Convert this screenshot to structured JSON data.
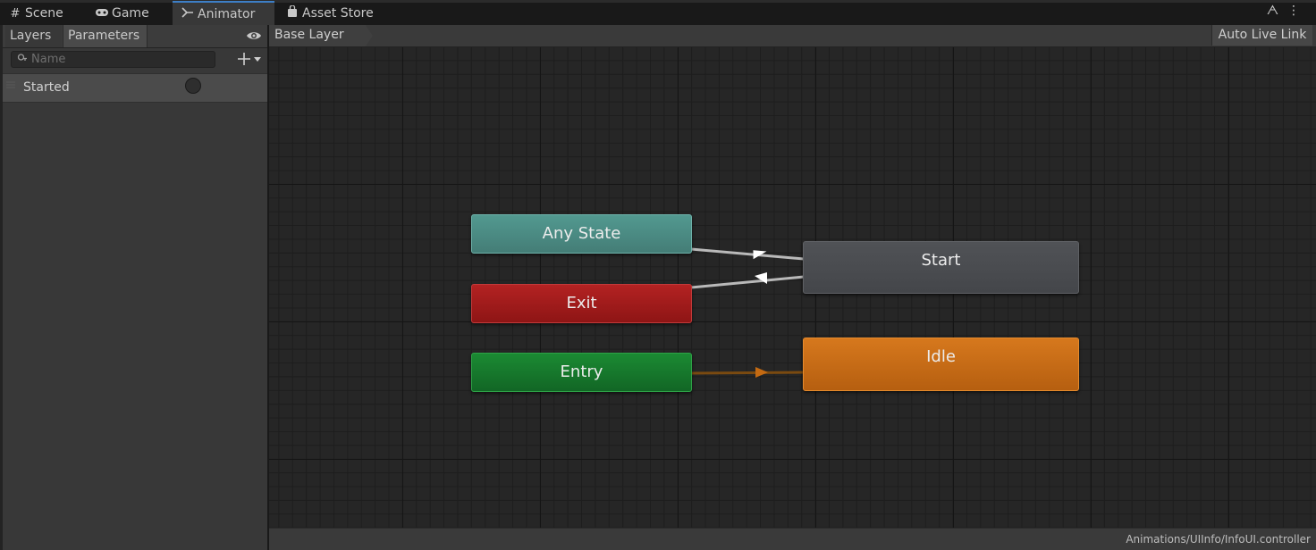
{
  "window_tabs": [
    {
      "label": "Scene",
      "icon": "grid-icon"
    },
    {
      "label": "Game",
      "icon": "gamepad-icon"
    },
    {
      "label": "Animator",
      "icon": "animator-icon"
    },
    {
      "label": "Asset Store",
      "icon": "shopping-bag-icon"
    }
  ],
  "left_panel": {
    "tabs": {
      "layers": "Layers",
      "parameters": "Parameters"
    },
    "search": {
      "placeholder": "Name",
      "value": ""
    },
    "parameters": [
      {
        "name": "Started",
        "type": "trigger"
      }
    ]
  },
  "graph": {
    "breadcrumb": "Base Layer",
    "auto_live_link": "Auto Live Link",
    "states": {
      "any_state": {
        "label": "Any State",
        "color": "#4b8b84"
      },
      "exit": {
        "label": "Exit",
        "color": "#a11b1b"
      },
      "entry": {
        "label": "Entry",
        "color": "#177a2c"
      },
      "start": {
        "label": "Start",
        "color": "#4a4c50"
      },
      "idle": {
        "label": "Idle",
        "color": "#cc6d16"
      }
    },
    "default_transition_color": "#c46a12",
    "transition_color": "#c8c8c8"
  },
  "status": {
    "path": "Animations/UIInfo/InfoUI.controller"
  }
}
